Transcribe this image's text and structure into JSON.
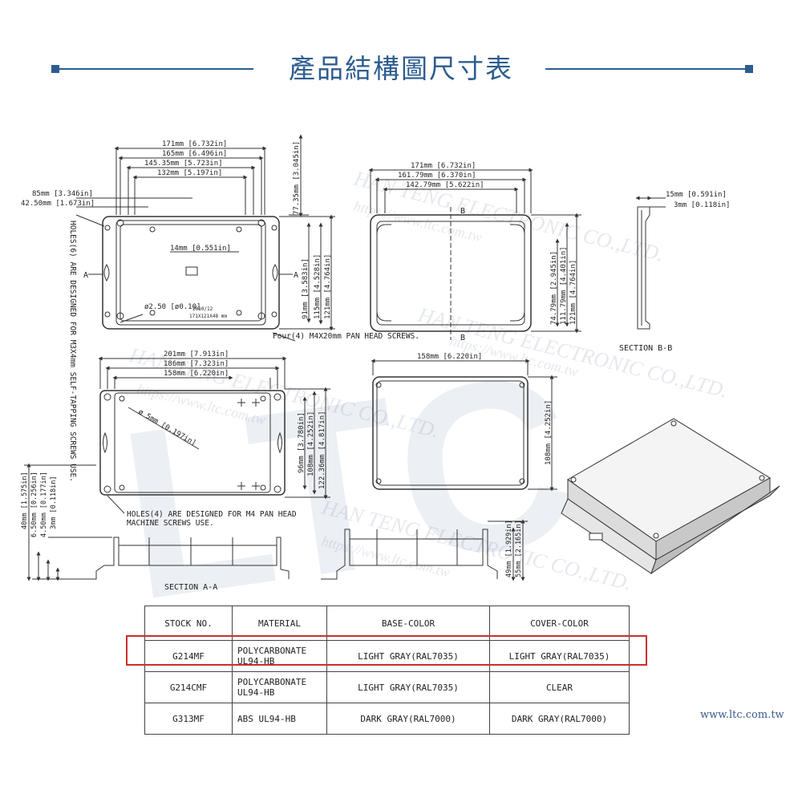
{
  "title": "產品結構圖尺寸表",
  "colors": {
    "accent": "#2d5d8f",
    "highlight": "#c9302c",
    "line": "#333333"
  },
  "views": {
    "top_left": {
      "dims": [
        "171mm [6.732in]",
        "165mm [6.496in]",
        "145.35mm [5.723in]",
        "132mm [5.197in]",
        "85mm [3.346in]",
        "42.50mm [1.673in]",
        "77.35mm [3.045in]",
        "14mm [0.551in]",
        "91mm [3.583in]",
        "115mm [4.528in]",
        "121mm [4.764in]",
        "ø2.50 [ø0.10]"
      ],
      "stamp": [
        "2010/12",
        "171X121X48 mm"
      ],
      "note_holes": "HOLES(6) ARE DESIGNED FOR M3X4mm SELF-TAPPING SCREWS USE.",
      "note_screws": "Four(4) M4X20mm PAN HEAD SCREWS.",
      "section_mark": "A"
    },
    "top_middle": {
      "dims": [
        "171mm [6.732in]",
        "161.79mm [6.370in]",
        "142.79mm [5.622in]",
        "74.79mm [2.945in]",
        "111.79mm [4.401in]",
        "121mm [4.764in]"
      ],
      "section_mark": "B"
    },
    "section_bb": {
      "dims": [
        "15mm [0.591in]",
        "3mm [0.118in]"
      ],
      "label": "SECTION B-B"
    },
    "bottom_left": {
      "dims": [
        "201mm [7.913in]",
        "186mm [7.323in]",
        "158mm [6.220in]",
        "ø 5mm [0.197in]",
        "96mm [3.780in]",
        "108mm [4.252in]",
        "122.36mm [4.817in]"
      ],
      "note_holes": "HOLES(4) ARE DESIGNED FOR M4 PAN HEAD MACHINE SCREWS USE."
    },
    "bottom_middle": {
      "dims": [
        "158mm [6.220in]",
        "108mm [4.252in]"
      ]
    },
    "section_aa": {
      "dims": [
        "40mm [1.575in]",
        "6.50mm [0.256in]",
        "4.50mm [0.177in]",
        "3mm [0.118in]"
      ],
      "label": "SECTION A-A"
    },
    "side_right": {
      "dims": [
        "49mm [1.929in]",
        "55mm [2.165in]"
      ]
    },
    "watermark": [
      "LTC",
      "HAN TENG ELECTRONIC CO.,LTD.",
      "https://www.ltc.com.tw"
    ]
  },
  "table": {
    "headers": [
      "STOCK NO.",
      "MATERIAL",
      "BASE-COLOR",
      "COVER-COLOR"
    ],
    "rows": [
      [
        "G214MF",
        "POLYCARBONATE UL94-HB",
        "LIGHT GRAY(RAL7035)",
        "LIGHT GRAY(RAL7035)"
      ],
      [
        "G214CMF",
        "POLYCARBONATE UL94-HB",
        "LIGHT GRAY(RAL7035)",
        "CLEAR"
      ],
      [
        "G313MF",
        "ABS UL94-HB",
        "DARK GRAY(RAL7000)",
        "DARK GRAY(RAL7000)"
      ]
    ],
    "highlighted_row": 0
  },
  "site_url": "www.ltc.com.tw"
}
